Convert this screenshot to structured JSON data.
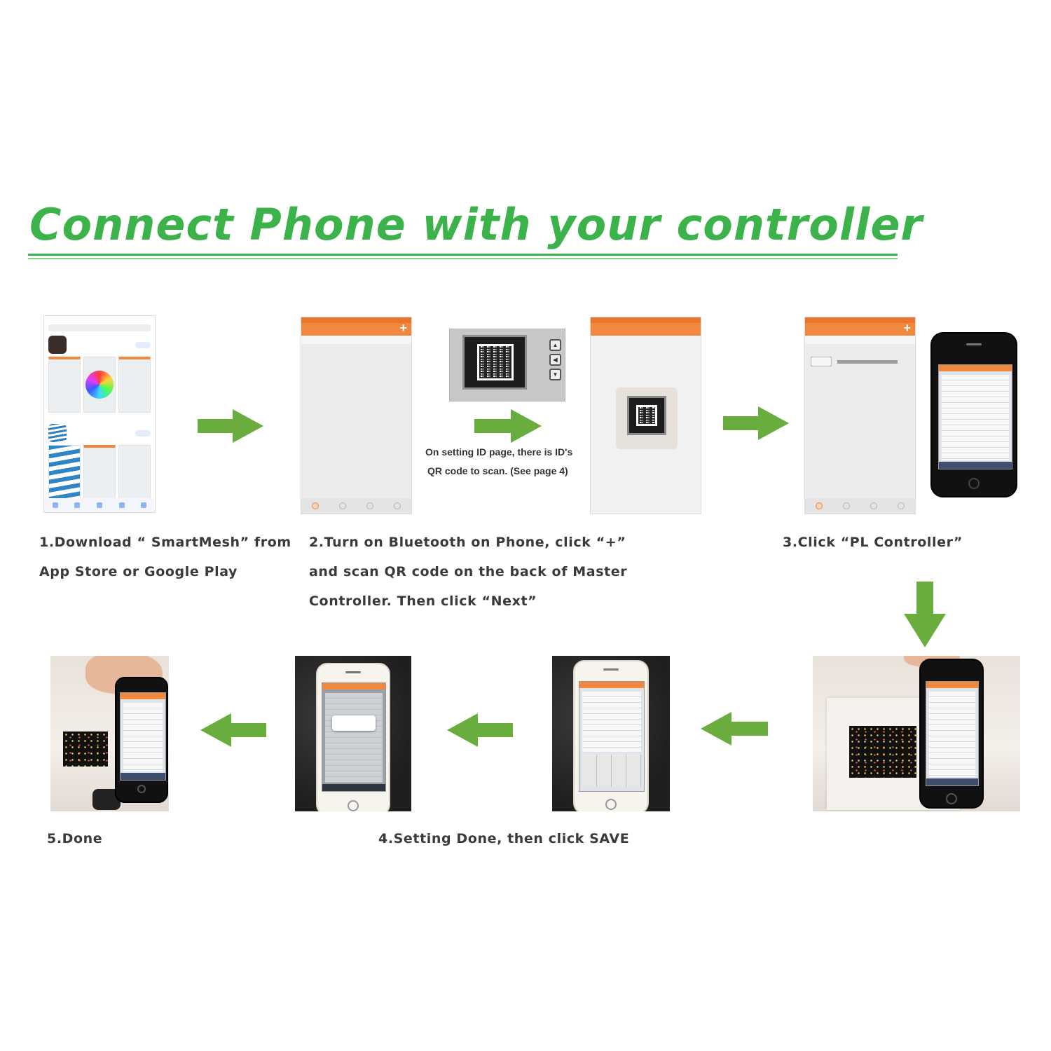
{
  "title": "Connect Phone with your controller",
  "colors": {
    "accent_green": "#3cb34a",
    "arrow_green": "#6aad3f",
    "app_orange": "#f0883e"
  },
  "step1": {
    "caption_line1": "1.Download “ SmartMesh” from",
    "caption_line2": "App Store or Google Play"
  },
  "step2": {
    "caption_line1": "2.Turn on Bluetooth on Phone, click “+”",
    "caption_line2": "and scan QR code on the back of Master",
    "caption_line3": "Controller. Then click “Next”",
    "note_line1": "On setting ID page, there is ID's",
    "note_line2": "QR code to scan. (See page 4)"
  },
  "step3": {
    "caption": "3.Click “PL Controller”"
  },
  "step4": {
    "caption": "4.Setting Done, then click SAVE"
  },
  "step5": {
    "caption": "5.Done"
  },
  "icons": [
    "arrow-right-icon",
    "arrow-down-icon",
    "arrow-left-icon",
    "plus-icon",
    "qr-code-icon"
  ]
}
